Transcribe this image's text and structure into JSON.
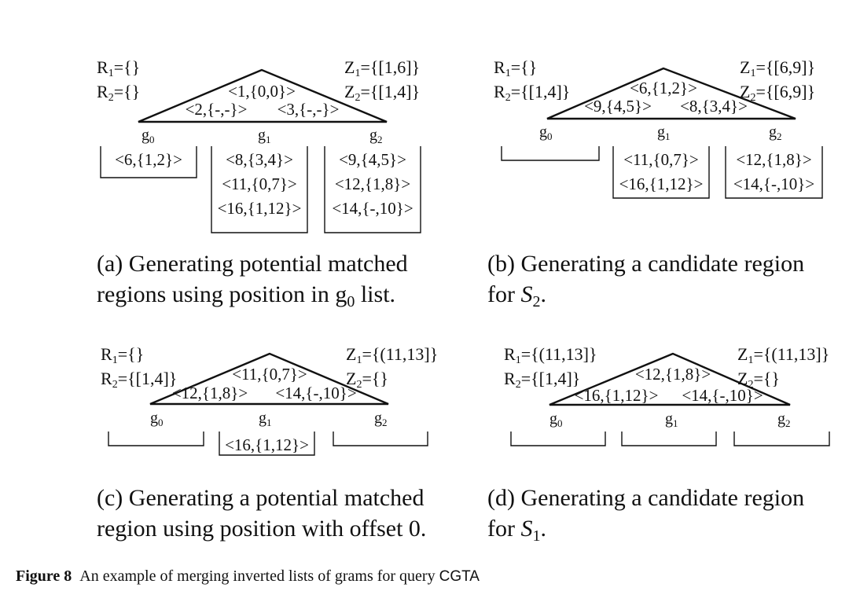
{
  "figure_label": "Figure 8",
  "figure_text": "An example of merging inverted lists of grams for query ",
  "figure_query": "CGTA",
  "panels": [
    {
      "id": "a",
      "R1": "{}",
      "R2": "{}",
      "Z1": "{[1,6]}",
      "Z2": "{[1,4]}",
      "top": "<1,{0,0}>",
      "bottom": [
        "<2,{-,-}>",
        "<3,{-,-}>"
      ],
      "lists": [
        [
          "<6,{1,2}>"
        ],
        [
          "<8,{3,4}>",
          "<11,{0,7}>",
          "<16,{1,12}>"
        ],
        [
          "<9,{4,5}>",
          "<12,{1,8}>",
          "<14,{-,10}>"
        ]
      ],
      "caption": [
        "(a) Generating potential matched",
        "regions using position in g",
        "0",
        " list."
      ]
    },
    {
      "id": "b",
      "R1": "{}",
      "R2": "{[1,4]}",
      "Z1": "{[6,9]}",
      "Z2": "{[6,9]}",
      "top": "<6,{1,2}>",
      "bottom": [
        "<9,{4,5}>",
        "<8,{3,4}>"
      ],
      "lists": [
        [],
        [
          "<11,{0,7}>",
          "<16,{1,12}>"
        ],
        [
          "<12,{1,8}>",
          "<14,{-,10}>"
        ]
      ],
      "caption": [
        "(b) Generating a candidate region",
        "for ",
        "S",
        "2",
        "."
      ]
    },
    {
      "id": "c",
      "R1": "{}",
      "R2": "{[1,4]}",
      "Z1": "{(11,13]}",
      "Z2": "{}",
      "top": "<11,{0,7}>",
      "bottom": [
        "<12,{1,8}>",
        "<14,{-,10}>"
      ],
      "lists": [
        [],
        [
          "<16,{1,12}>"
        ],
        []
      ],
      "caption": [
        "(c) Generating a potential matched",
        "region using position with offset 0."
      ]
    },
    {
      "id": "d",
      "R1": "{(11,13]}",
      "R2": "{[1,4]}",
      "Z1": "{(11,13]}",
      "Z2": "{}",
      "top": "<12,{1,8}>",
      "bottom": [
        "<16,{1,12}>",
        "<14,{-,10}>"
      ],
      "lists": [
        [],
        [],
        []
      ],
      "caption": [
        "(d) Generating a candidate region",
        "for ",
        "S",
        "1",
        "."
      ]
    }
  ]
}
